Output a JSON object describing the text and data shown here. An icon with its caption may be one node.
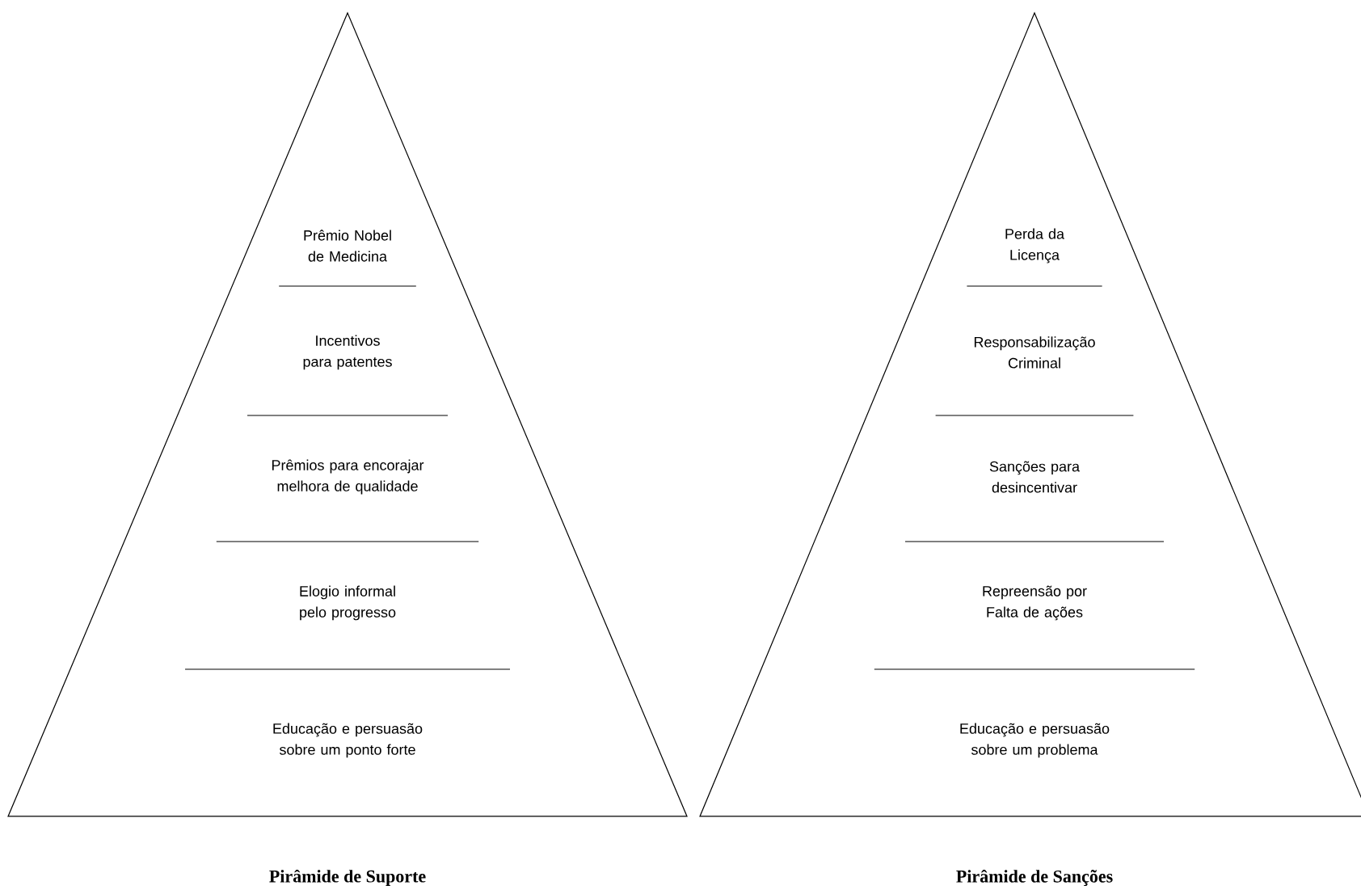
{
  "diagram": {
    "nodes": [
      {
        "text": [
          "Pirâmide de Suporte"
        ]
      },
      {
        "text": [
          "Prêmio Nobel de Medicina"
        ],
        "in": 0
      },
      {
        "text": [
          "Incentivos para patentes"
        ],
        "in": 0
      },
      {
        "text": [
          "Prêmios para encorajar melhora de qualidade"
        ],
        "in": 0
      },
      {
        "text": [
          "Elogio informal pelo progresso"
        ],
        "in": 0
      },
      {
        "text": [
          "Educação e persuasão sobre um ponto forte"
        ],
        "in": 0
      },
      {
        "text": [
          "Pirâmide de Sanções"
        ]
      },
      {
        "text": [
          "Perda da Licença"
        ],
        "in": 6
      },
      {
        "text": [
          "Responsabilização Criminal"
        ],
        "in": 6
      },
      {
        "text": [
          "Sanções para desincentivar"
        ],
        "in": 6
      },
      {
        "text": [
          "Repreensão por Falta de ações"
        ],
        "in": 6
      },
      {
        "text": [
          "Educação e persuasão sobre um problema"
        ],
        "in": 6
      }
    ]
  }
}
